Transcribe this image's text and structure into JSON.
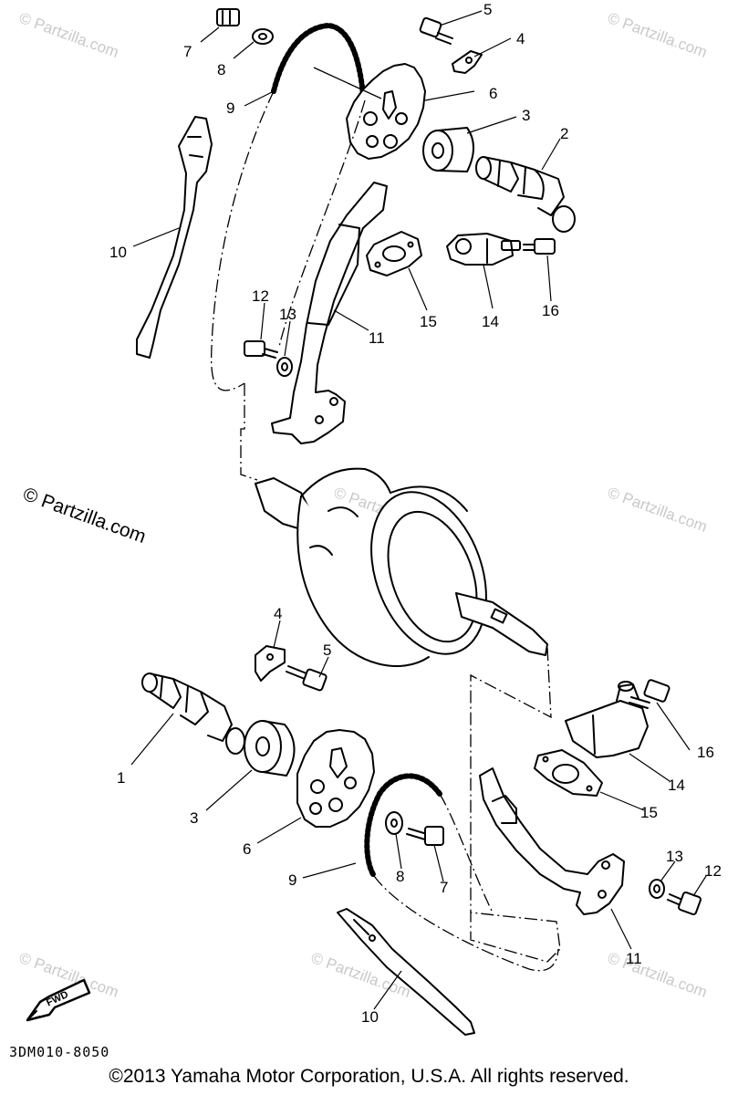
{
  "watermark": {
    "primary": "© Partzilla.com",
    "faint": "© Partzilla.com"
  },
  "callouts": {
    "upper": [
      "7",
      "8",
      "5",
      "4",
      "9",
      "6",
      "3",
      "2",
      "10",
      "12",
      "13",
      "15",
      "14",
      "16",
      "11"
    ],
    "lower": [
      "4",
      "5",
      "1",
      "3",
      "6",
      "16",
      "14",
      "15",
      "9",
      "8",
      "7",
      "13",
      "12",
      "11",
      "10"
    ]
  },
  "fwd_label": "FWD",
  "diagram_code": "3DM010-8050",
  "copyright": "©2013  Yamaha Motor Corporation, U.S.A. All rights reserved."
}
